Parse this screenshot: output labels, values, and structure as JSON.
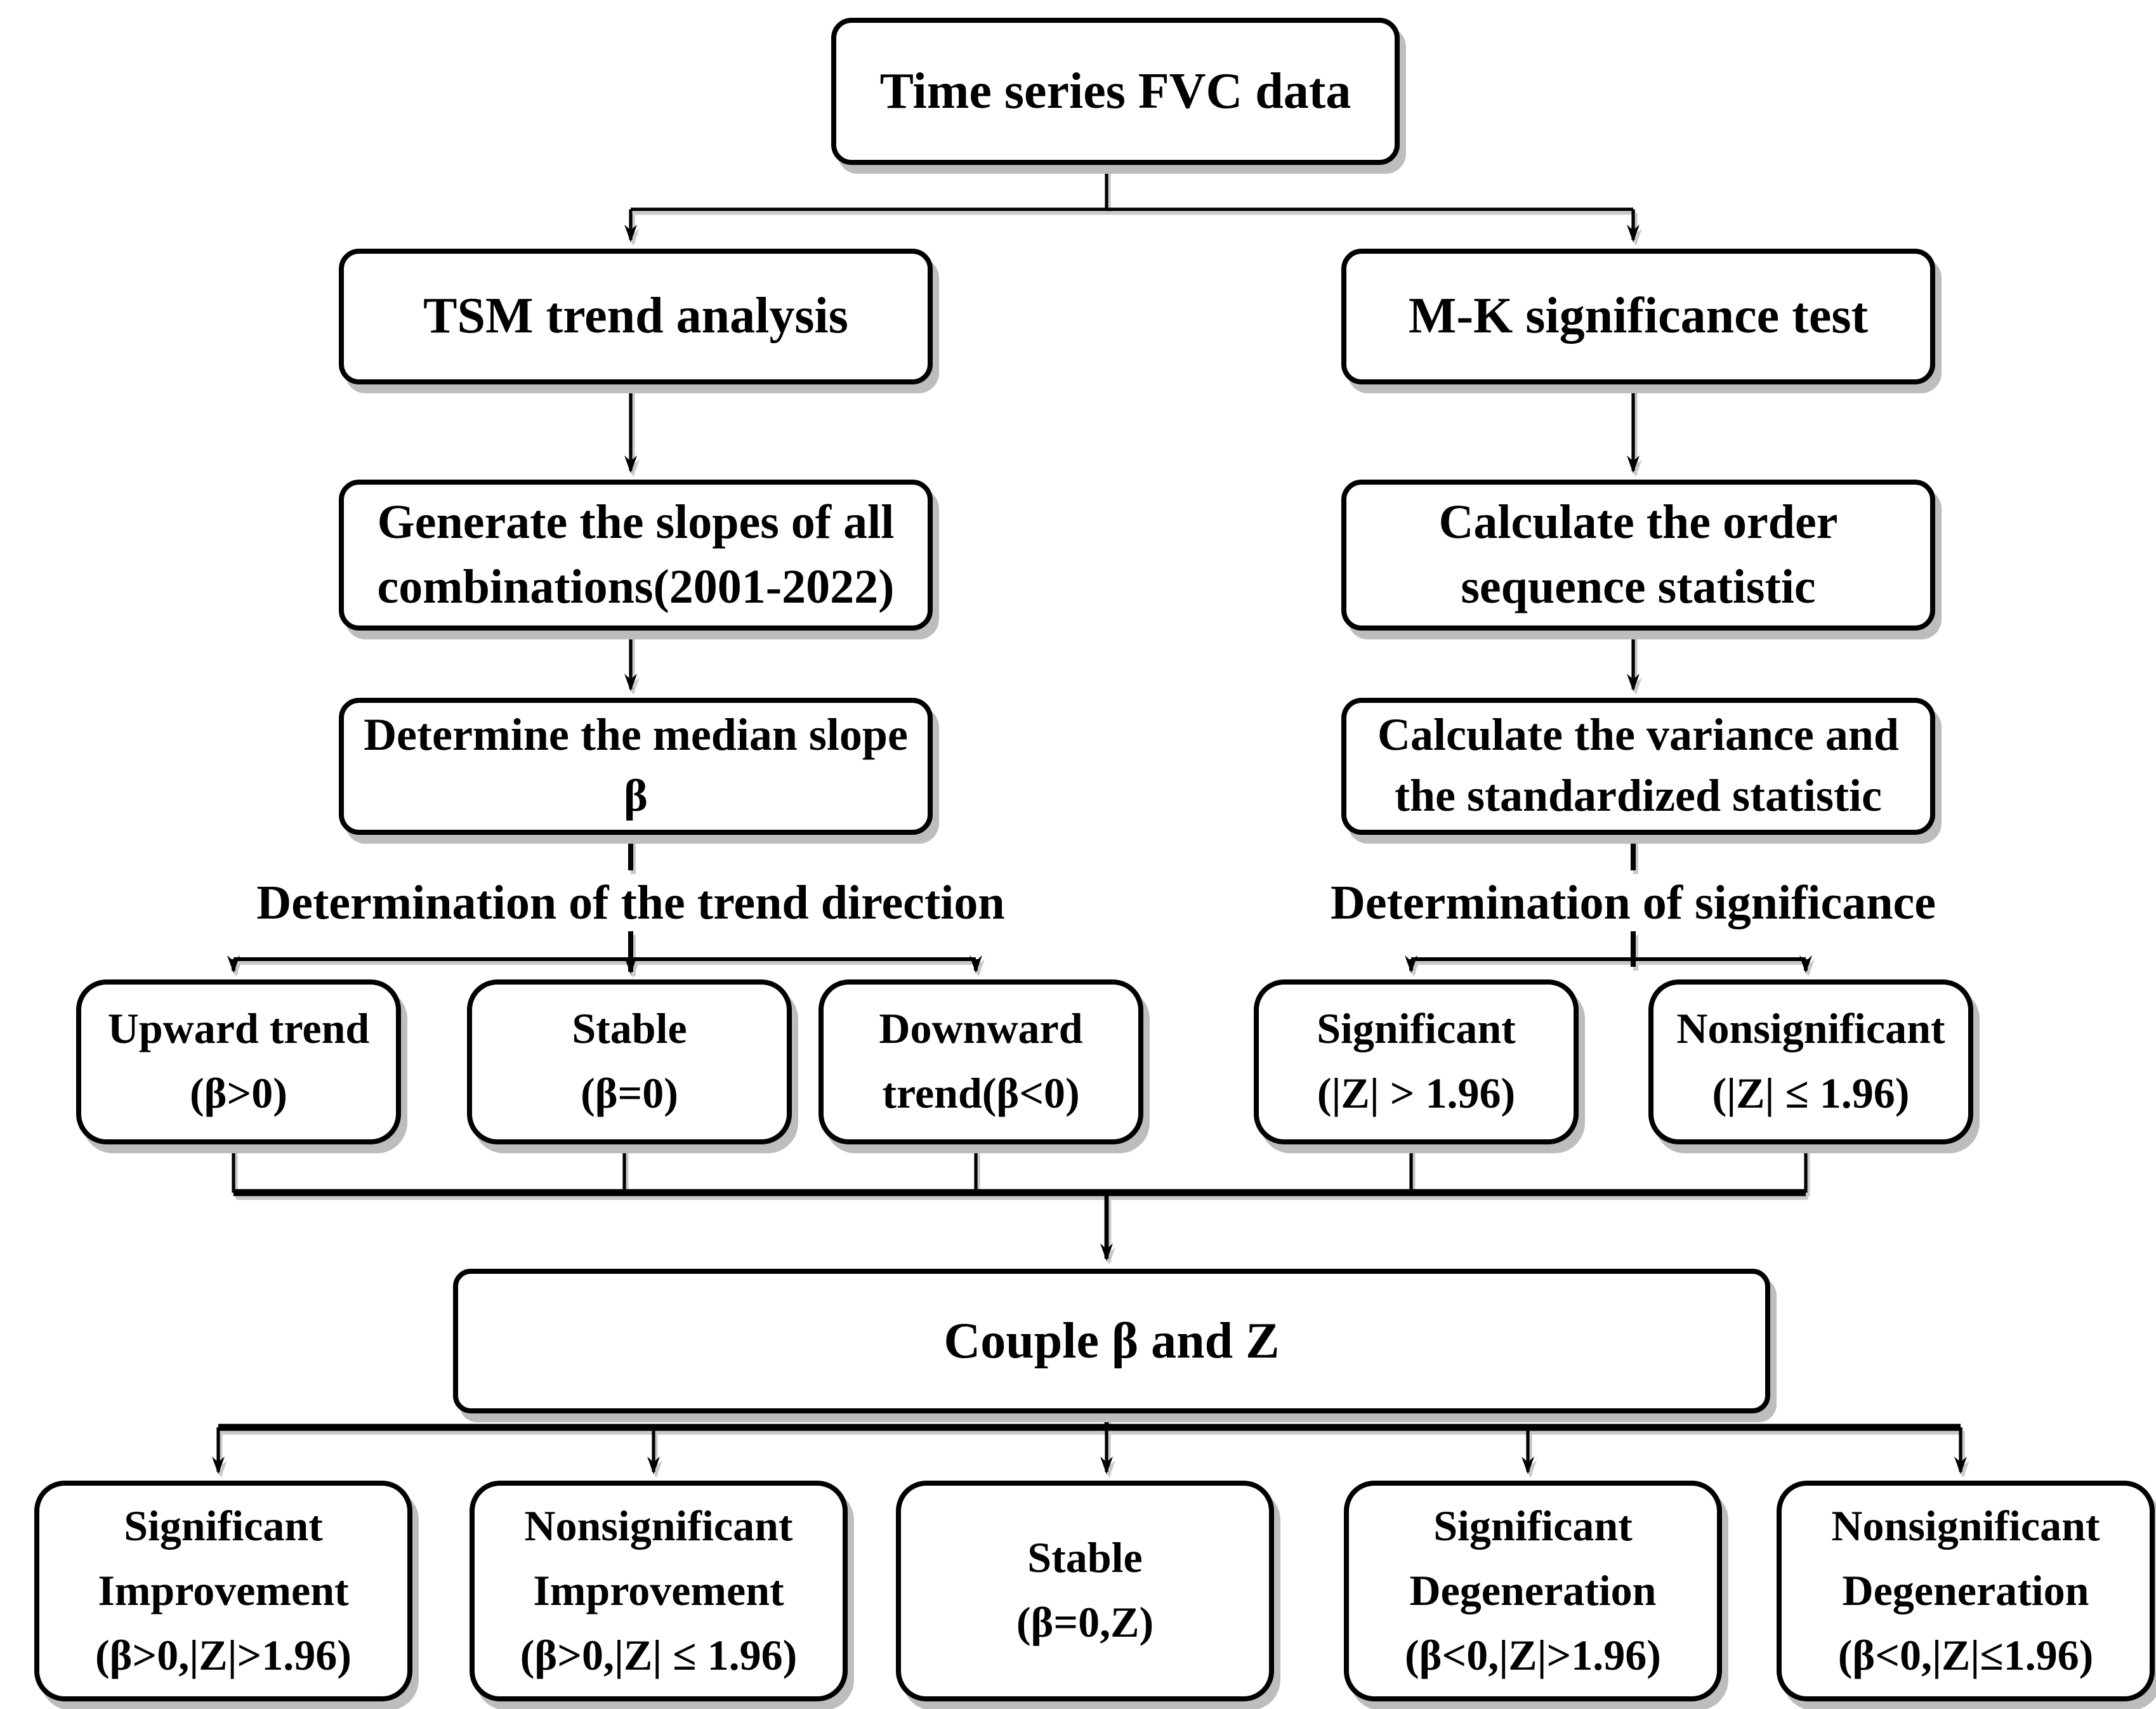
{
  "figure": {
    "type": "flowchart",
    "background": "#ffffff",
    "line_color": "#000000",
    "shadow_color": "#bdbdbd"
  },
  "nodes": {
    "root": "Time series FVC data",
    "tsm": "TSM trend analysis",
    "mk": "M-K significance test",
    "gen_slopes": "Generate the slopes of all\ncombinations(2001-2022)",
    "order_stat": "Calculate the order\nsequence statistic",
    "median_slope": "Determine the median slope\nβ",
    "variance_stat": "Calculate the variance and\nthe standardized statistic",
    "upward": "Upward trend\n(β>0)",
    "stable_trend": "Stable\n(β=0)",
    "downward": "Downward\ntrend(β<0)",
    "significant": "Significant\n(|Z| > 1.96)",
    "nonsignificant": "Nonsignificant\n(|Z| ≤ 1.96)",
    "couple": "Couple β and Z",
    "sig_improvement": "Significant\nImprovement\n(β>0,|Z|>1.96)",
    "nonsig_improvement": "Nonsignificant\nImprovement\n(β>0,|Z| ≤ 1.96)",
    "stable_outcome": "Stable\n(β=0,Z)",
    "sig_degeneration": "Significant\nDegeneration\n(β<0,|Z|>1.96)",
    "nonsig_degeneration": "Nonsignificant\nDegeneration\n(β<0,|Z|≤1.96)"
  },
  "labels": {
    "trend_direction": "Determination of the trend direction",
    "significance": "Determination of significance"
  }
}
